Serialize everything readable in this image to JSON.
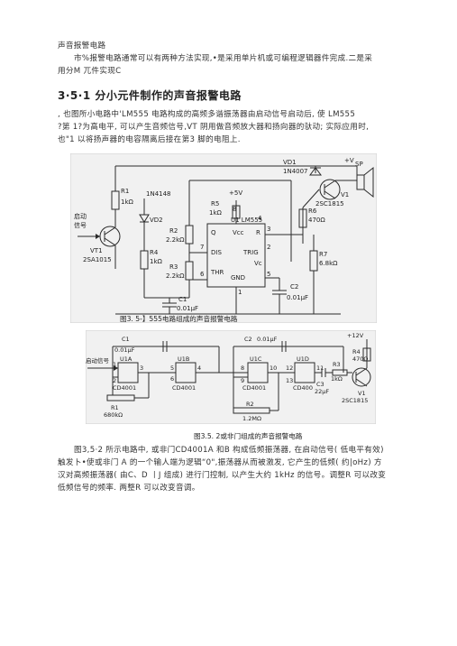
{
  "section_title": "声音报警电路",
  "intro": [
    "市%报警电路通常可以有两种方法实现,•是采用单片机或可编程逻辑器件完成.二是采",
    "用分M 兀件实现C"
  ],
  "heading": "3·5·1 分小元件制作的声音报警电路",
  "para1": [
    ", 也图所小电路中'LM555   电路构成的高频多谐振荡器由启动信号启动后, 使  LM555",
    "?第 1?为高电平, 可以产生音频信号,VT   阴用做音频放大器和扬向器的驮动; 实际应用时,",
    "也\"1 以将扬声器的电容隔离后接在第3  脚的电阻上."
  ],
  "fig1": {
    "caption": "图3. 5-】555电路组成的声音报警电路",
    "labels": {
      "plus_v": "+V",
      "vd1": "VD1",
      "diode1": "1N4007",
      "sp": "SP",
      "v1": "V1",
      "q_out": "2SC1815",
      "r1": "R1",
      "r1v": "1kΩ",
      "d_in": "1N4148",
      "vd2": "VD2",
      "start": "启动",
      "signal": "信号",
      "vt1": "VT1",
      "pnp": "2SA1015",
      "r4": "R4",
      "r4v": "1kΩ",
      "r2": "R2",
      "r2v": "2.2kΩ",
      "r3": "R3",
      "r3v": "2.2kΩ",
      "c1": "C1",
      "c1v": "0.01μF",
      "r5": "R5",
      "r5v": "1kΩ",
      "p5v": "+5V",
      "u1": "U1 LM555",
      "dis": "DIS",
      "thr": "THR",
      "gnd": "GND",
      "q": "Q",
      "vcc": "Vcc",
      "r": "R",
      "trig": "TRIG",
      "vc": "Vc",
      "c2": "C2",
      "c2v": "0.01μF",
      "r6": "R6",
      "r6v": "470Ω",
      "r7": "R7",
      "r7v": "6.8kΩ",
      "p8": "8",
      "p4": "4",
      "p3": "3",
      "p7": "7",
      "p2": "2",
      "p6": "6",
      "p1": "1",
      "p5": "5"
    }
  },
  "fig2": {
    "caption": "图3.5. 2或非门组成的声音报警电路",
    "labels": {
      "c1": "C1",
      "c1v": "0.01μF",
      "c2": "C2",
      "c2v": "0.01μF",
      "plus12": "+12V",
      "r4": "R4",
      "r4v": "470Ω",
      "start": "启动信号",
      "u1a": "U1A",
      "u1b": "U1B",
      "u1c": "U1C",
      "u1d": "U1D",
      "cd1": "CD4001",
      "cd2": "CD4001",
      "cd3": "CD4001",
      "cd4": "CD400",
      "r1": "R1",
      "r1v": "680kΩ",
      "r2": "R2",
      "r2v": "1.2MΩ",
      "c3": "C3",
      "c3v": "22μF",
      "r3": "R3",
      "r3v": "1kΩ",
      "v1": "V1",
      "q": "2SC1815",
      "p1": "1",
      "p2": "2",
      "p3": "3",
      "p5": "5",
      "p6": "6",
      "p4": "4",
      "p8": "8",
      "p9": "9",
      "p10": "10",
      "p12": "12",
      "p13": "13",
      "p11": "11"
    }
  },
  "para2": [
    "图3,5·2 所示电路中, 或非门CD4001A 和B 构成低频振荡器, 在启动信号( 低电平有效)",
    "触发卜•使或非门  A   的一个输人端为逻辑“0\",振荡器从而被激发, 它产生的低频( 约|oHz)  方",
    "汉对高频振荡器( 由C、D 丨J 组成) 进行门控制, 以产生大约 1kHz 的信号。调整R 可以改变",
    "低频信号的频率. 两整R  可以改变音调。"
  ]
}
